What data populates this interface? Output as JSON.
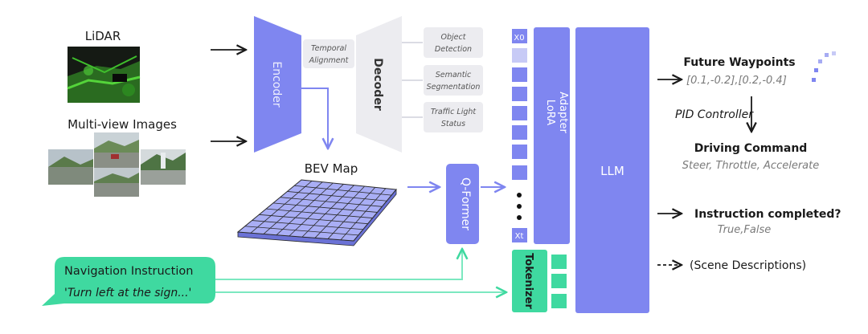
{
  "inputs": {
    "lidar_label": "LiDAR",
    "multiview_label": "Multi-view Images"
  },
  "encoder": {
    "label": "Encoder"
  },
  "temporal": {
    "line1": "Temporal",
    "line2": "Alignment"
  },
  "decoder": {
    "label": "Decoder"
  },
  "heads": [
    {
      "line1": "Object",
      "line2": "Detection"
    },
    {
      "line1": "Semantic",
      "line2": "Segmentation"
    },
    {
      "line1": "Traffic Light",
      "line2": "Status"
    }
  ],
  "bev": {
    "label": "BEV Map"
  },
  "qformer": {
    "label": "Q-Former"
  },
  "tokens": {
    "first": "X0",
    "last": "Xt"
  },
  "lora": {
    "line1": "LoRA",
    "line2": "Adapter"
  },
  "llm": {
    "label": "LLM"
  },
  "tokenizer": {
    "label": "Tokenizer"
  },
  "navigation": {
    "title": "Navigation Instruction",
    "example": "'Turn left at the sign...'"
  },
  "outputs": {
    "waypoints_title": "Future Waypoints",
    "waypoints_value": "[0.1,-0.2],[0.2,-0.4]",
    "pid_label": "PID Controller",
    "command_title": "Driving Command",
    "command_value": "Steer, Throttle, Accelerate",
    "instruction_title": "Instruction completed?",
    "instruction_value": "True,False",
    "scene_label": "(Scene Descriptions)"
  },
  "colors": {
    "purple": "#7f86f0",
    "purple_light": "#c7caf6",
    "gray_box": "#ececf0",
    "green": "#3fd9a0",
    "green_light": "#7ce8c0"
  }
}
